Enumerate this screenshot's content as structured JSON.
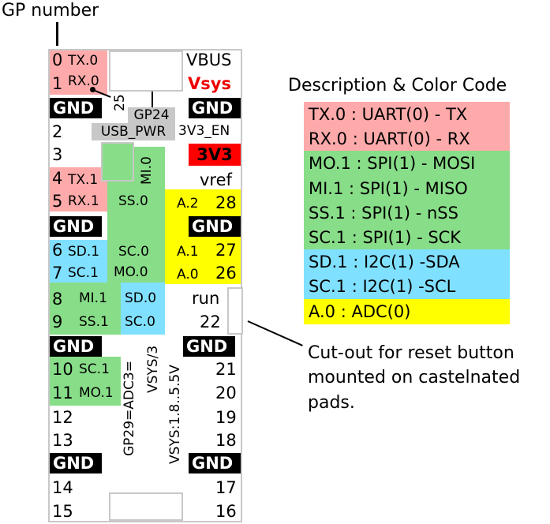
{
  "header": {
    "gp_label": "GP number"
  },
  "board": {
    "left": [
      {
        "num": "0",
        "fn": "TX.0"
      },
      {
        "num": "1",
        "fn": "RX.0"
      },
      {
        "gnd": "GND"
      },
      {
        "num": "2"
      },
      {
        "num": "3"
      },
      {
        "num": "4",
        "fn": "TX.1"
      },
      {
        "num": "5",
        "fn": "RX.1"
      },
      {
        "gnd": "GND"
      },
      {
        "num": "6",
        "fn": "SD.1"
      },
      {
        "num": "7",
        "fn": "SC.1"
      },
      {
        "num": "8",
        "fn": "MI.1"
      },
      {
        "num": "9",
        "fn": "SS.1"
      },
      {
        "gnd": "GND"
      },
      {
        "num": "10",
        "fn": "SC.1"
      },
      {
        "num": "11",
        "fn": "MO.1"
      },
      {
        "num": "12"
      },
      {
        "num": "13"
      },
      {
        "gnd": "GND"
      },
      {
        "num": "14"
      },
      {
        "num": "15"
      }
    ],
    "right": {
      "vbus": "VBUS",
      "vsys": "Vsys",
      "gnd1": "GND",
      "en": "3V3_EN",
      "v33": "3V3",
      "vref": "vref",
      "p28": "28",
      "a2": "A.2",
      "gnd2": "GND",
      "p27": "27",
      "a1": "A.1",
      "p26": "26",
      "a0": "A.0",
      "run": "run",
      "p22": "22",
      "gnd3": "GND",
      "p21": "21",
      "p20": "20",
      "p19": "19",
      "p18": "18",
      "gnd4": "GND",
      "p17": "17",
      "p16": "16"
    },
    "inner": {
      "gp25": "25",
      "gp24": "GP24",
      "usb_pwr": "USB_PWR",
      "mi0": "MI.0",
      "ss0": "SS.0",
      "sc0": "SC.0",
      "mo0": "MO.0",
      "sd0": "SD.0",
      "sc0b": "SC.0",
      "gp29": "GP29=ADC3=",
      "vsys3": "VSYS/3",
      "vsysr": "VSYS:1.8..5.5V"
    }
  },
  "legend": {
    "title": "Description & Color Code",
    "rows": [
      {
        "text": "TX.0 : UART(0) - TX",
        "color": "#ffaaaa"
      },
      {
        "text": "RX.0 : UART(0) - RX",
        "color": "#ffaaaa"
      },
      {
        "text": "MO.1 : SPI(1) - MOSI",
        "color": "#88dd88"
      },
      {
        "text": "MI.1 : SPI(1) - MISO",
        "color": "#88dd88"
      },
      {
        "text": "SS.1 : SPI(1) - nSS",
        "color": "#88dd88"
      },
      {
        "text": "SC.1 : SPI(1) - SCK",
        "color": "#88dd88"
      },
      {
        "text": "SD.1 : I2C(1) -SDA",
        "color": "#80e0ff"
      },
      {
        "text": "SC.1 : I2C(1) -SCL",
        "color": "#80e0ff"
      },
      {
        "text": "A.0   : ADC(0)",
        "color": "#ffff00"
      }
    ]
  },
  "note": {
    "line1": "Cut-out for reset button",
    "line2": "mounted on castelnated",
    "line3": "pads."
  }
}
